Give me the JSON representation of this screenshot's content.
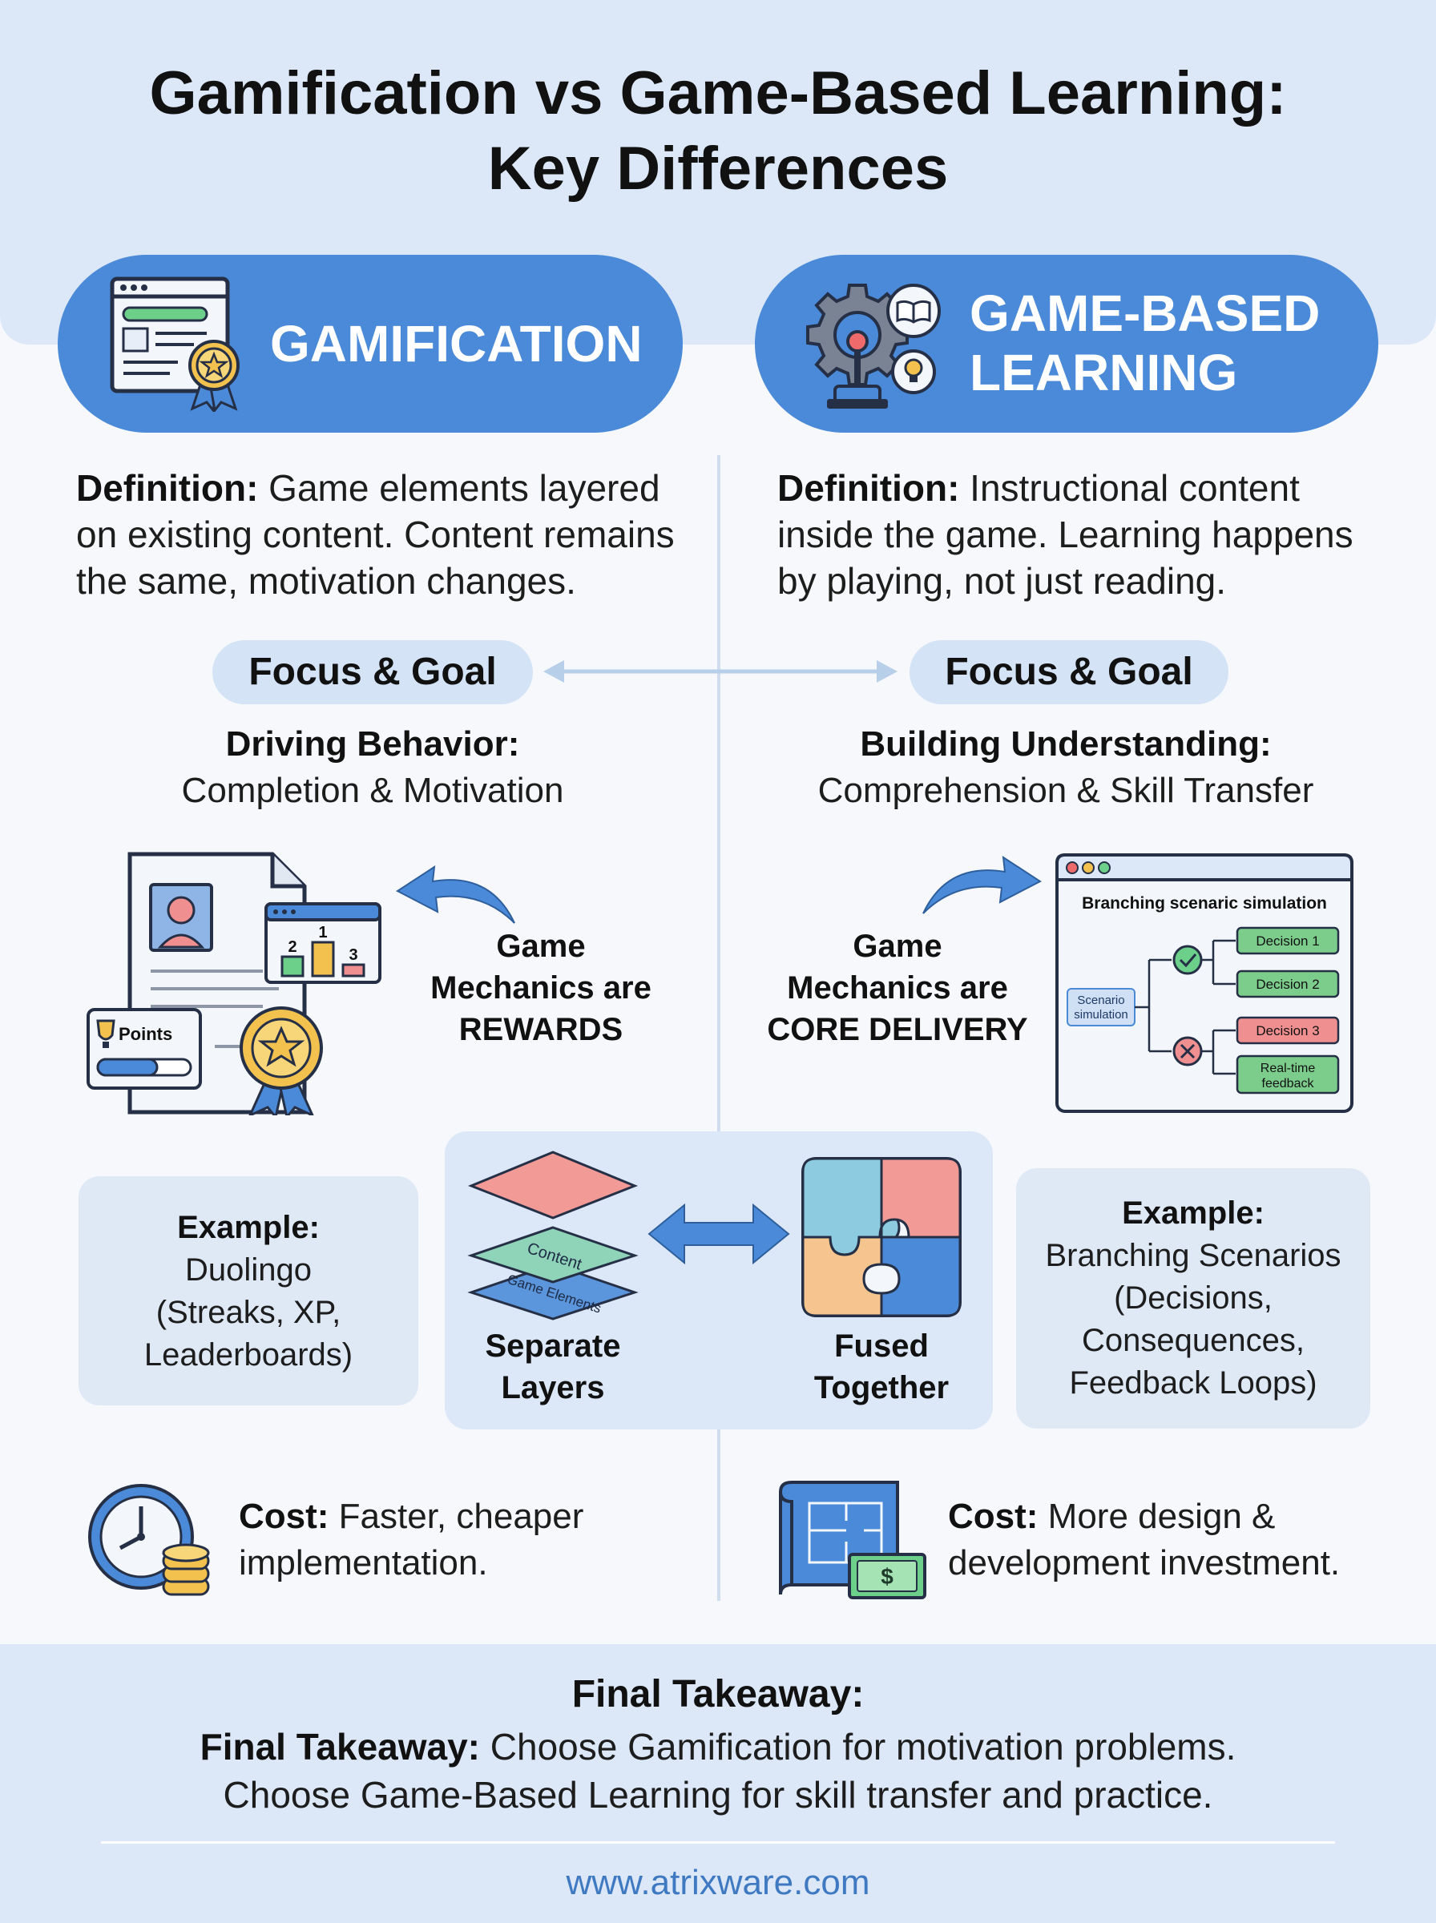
{
  "title": {
    "line1": "Gamification vs Game-Based Learning:",
    "line2": "Key Differences"
  },
  "gamification": {
    "header": "GAMIFICATION",
    "definition_label": "Definition:",
    "definition_text": " Game elements layered on existing content. Content remains the same, motivation changes.",
    "focus_label": "Focus & Goal",
    "goal_title": "Driving Behavior:",
    "goal_text": "Completion & Motivation",
    "mechanics": {
      "line1": "Game",
      "line2": "Mechanics are",
      "line3": "REWARDS"
    },
    "points_label": "Points",
    "leaderboard_ranks": [
      "2",
      "1",
      "3"
    ],
    "example_label": "Example:",
    "example_lines": [
      "Duolingo",
      "(Streaks, XP,",
      "Leaderboards)"
    ],
    "cost_label": "Cost:",
    "cost_text": " Faster, cheaper implementation."
  },
  "gbl": {
    "header_line1": "GAME-BASED",
    "header_line2": "LEARNING",
    "definition_label": "Definition:",
    "definition_text": " Instructional content inside the game. Learning happens by playing, not just reading.",
    "focus_label": "Focus & Goal",
    "goal_title": "Building Understanding:",
    "goal_text": "Comprehension & Skill Transfer",
    "mechanics": {
      "line1": "Game",
      "line2": "Mechanics are",
      "line3": "CORE DELIVERY"
    },
    "simulation": {
      "title": "Branching scenaric simulation",
      "scenario_line1": "Scenario",
      "scenario_line2": "simulation",
      "decision1": "Decision 1",
      "decision2": "Decision 2",
      "decision3": "Decision 3",
      "feedback_line1": "Real-time",
      "feedback_line2": "feedback"
    },
    "example_label": "Example:",
    "example_lines": [
      "Branching Scenarios",
      "(Decisions,",
      "Consequences,",
      "Feedback Loops)"
    ],
    "cost_label": "Cost:",
    "cost_text": " More design & development investment."
  },
  "center": {
    "layer_top": "Content",
    "layer_bottom": "Game Elements",
    "separate_line1": "Separate",
    "separate_line2": "Layers",
    "fused_line1": "Fused",
    "fused_line2": "Together"
  },
  "takeaway": {
    "heading": "Final Takeaway:",
    "label": "Final Takeaway:",
    "text1": " Choose Gamification for motivation problems.",
    "text2": "Choose Game-Based Learning for skill transfer and practice."
  },
  "footer_url": "www.atrixware.com",
  "colors": {
    "primary_blue": "#4a8ad8",
    "light_blue_bg": "#dce8f7",
    "green": "#7ccc8c",
    "red": "#ef8f8f",
    "yellow": "#f2c14e",
    "url_blue": "#3e79c2"
  }
}
